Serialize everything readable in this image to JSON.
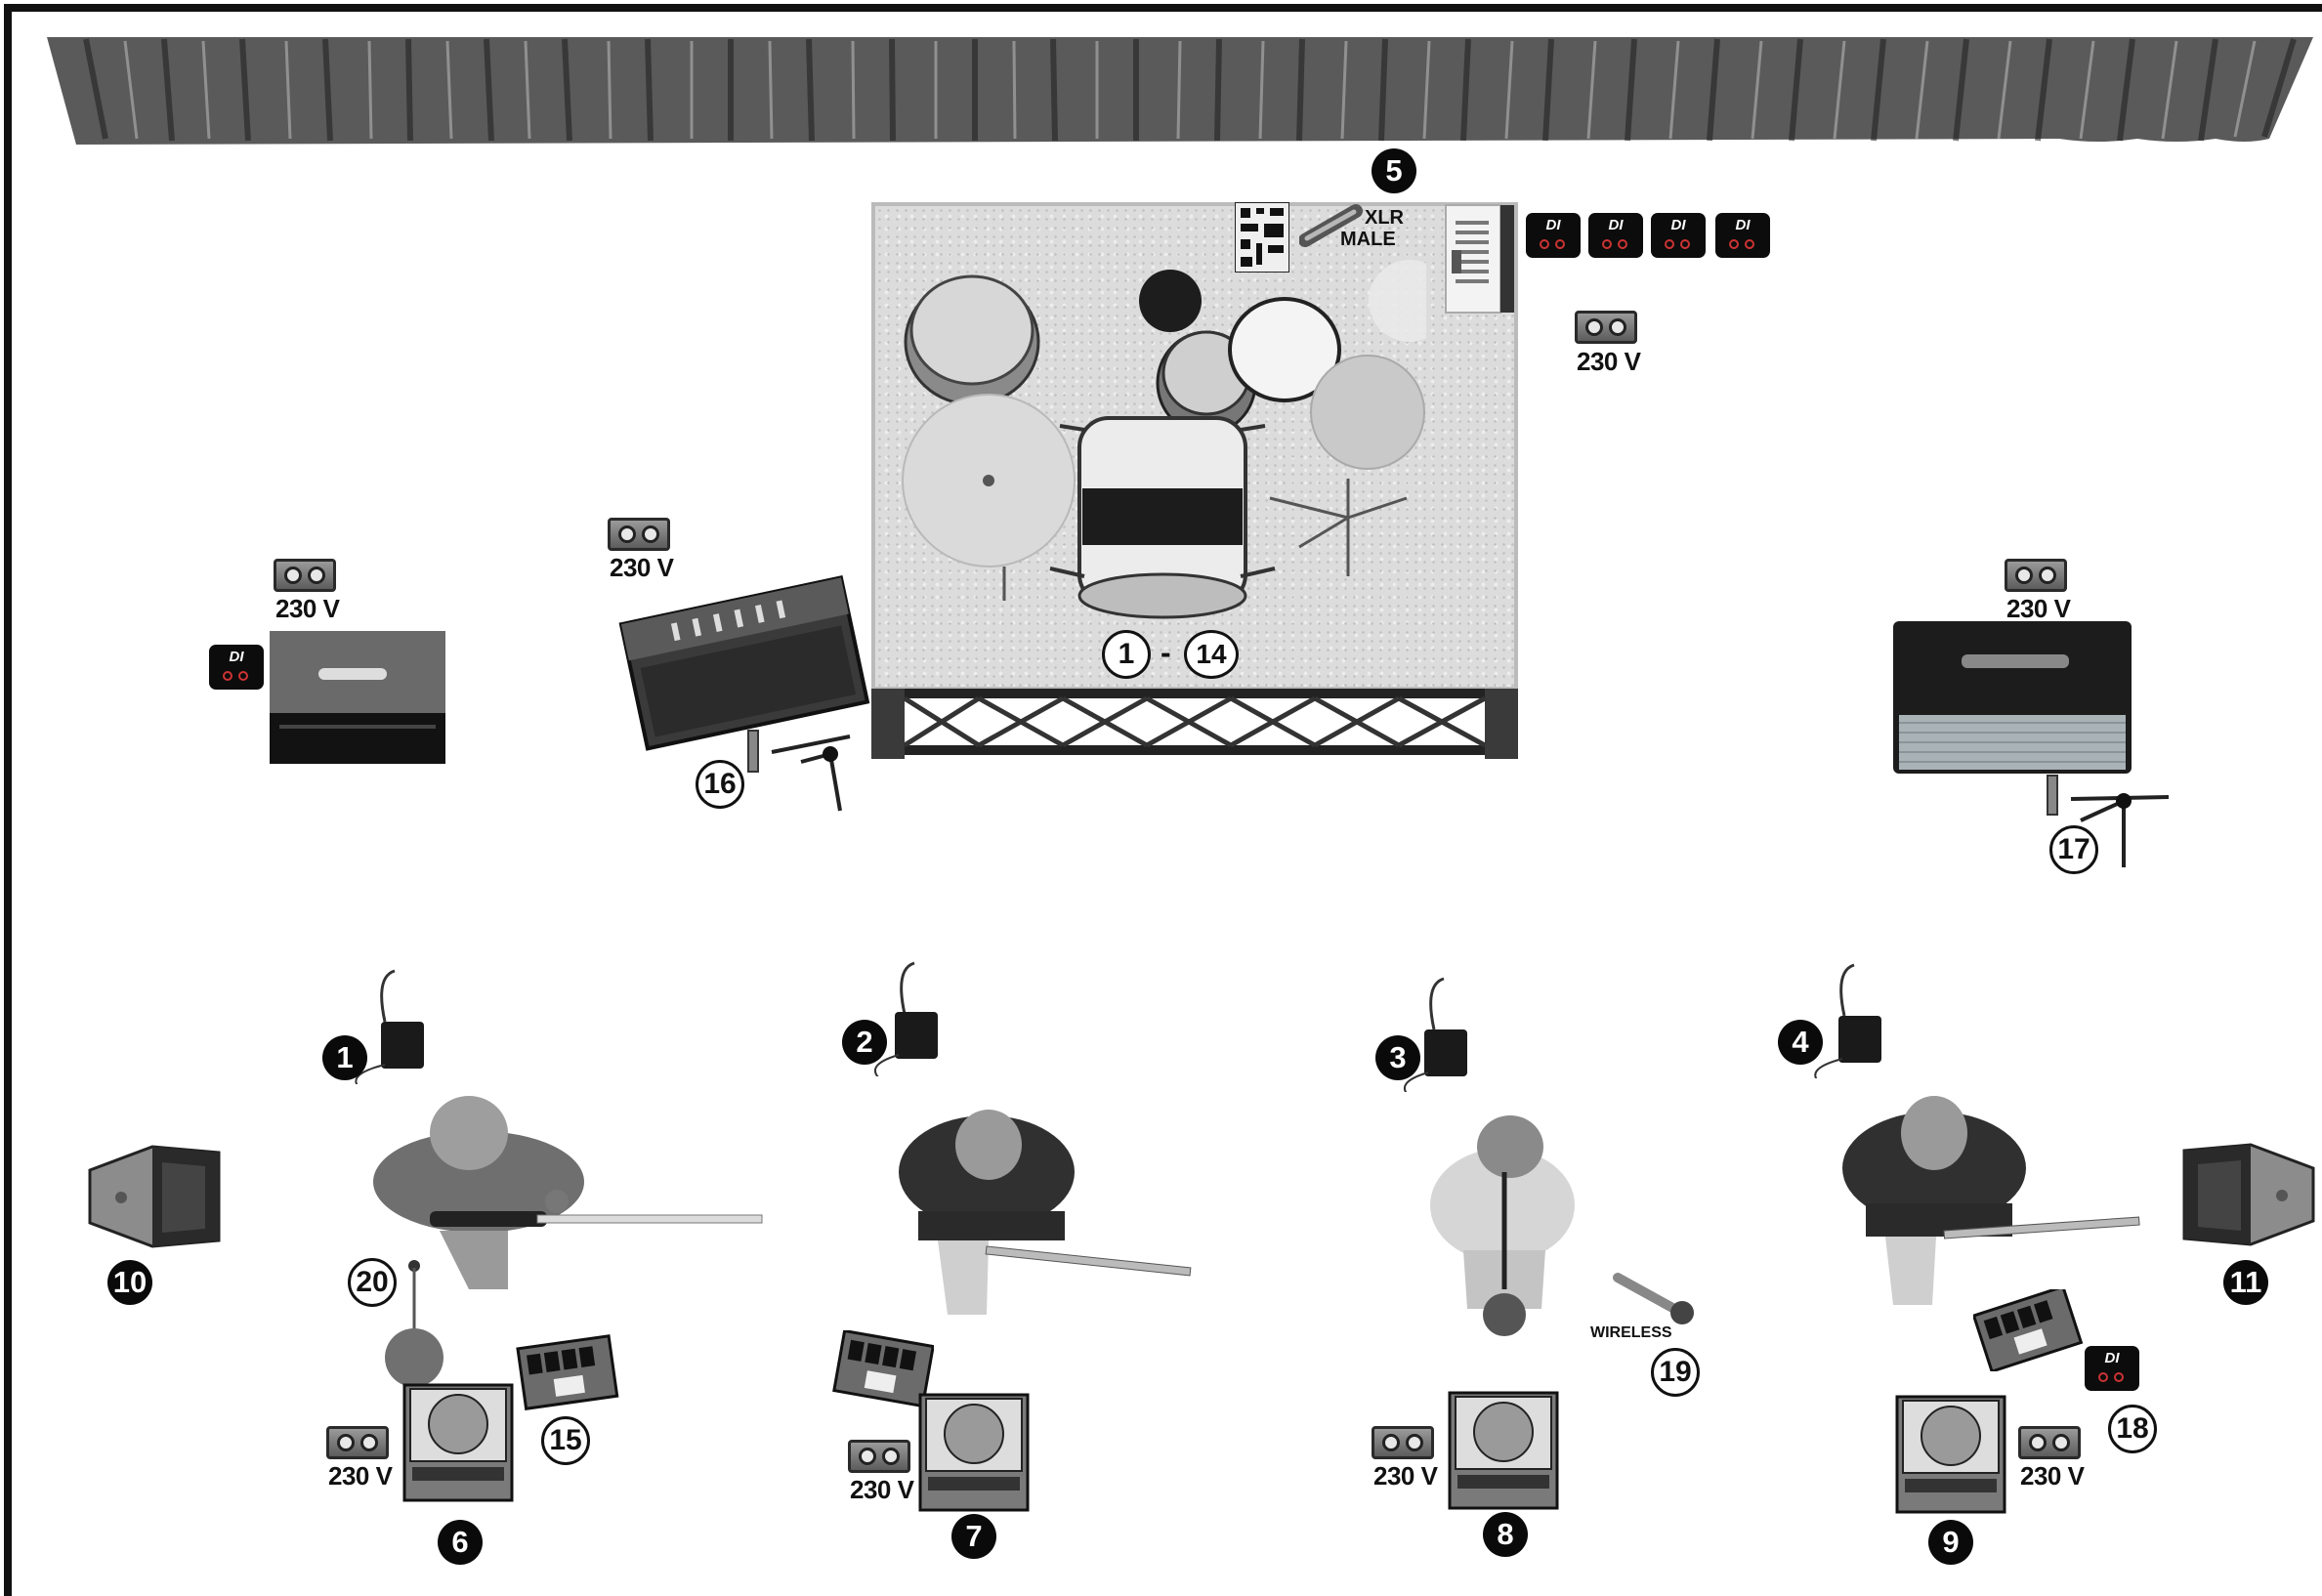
{
  "drum_riser": {
    "range_start": "1",
    "range_sep": "-",
    "range_end": "14",
    "xlr_label_line1": "XLR",
    "xlr_label_line2": "MALE",
    "marker": "5"
  },
  "di_box_text": "DI",
  "power": {
    "voltage": "230 V"
  },
  "musicians": [
    {
      "marker": "1"
    },
    {
      "marker": "2"
    },
    {
      "marker": "3"
    },
    {
      "marker": "4"
    }
  ],
  "monitors": [
    "6",
    "7",
    "8",
    "9"
  ],
  "side_fills": [
    "10",
    "11"
  ],
  "pedalboards": [
    "15"
  ],
  "amp_mics": [
    "16",
    "17"
  ],
  "di_marker": "18",
  "wireless": {
    "label": "WIRELESS",
    "marker": "19"
  },
  "vocal_stand_marker": "20"
}
